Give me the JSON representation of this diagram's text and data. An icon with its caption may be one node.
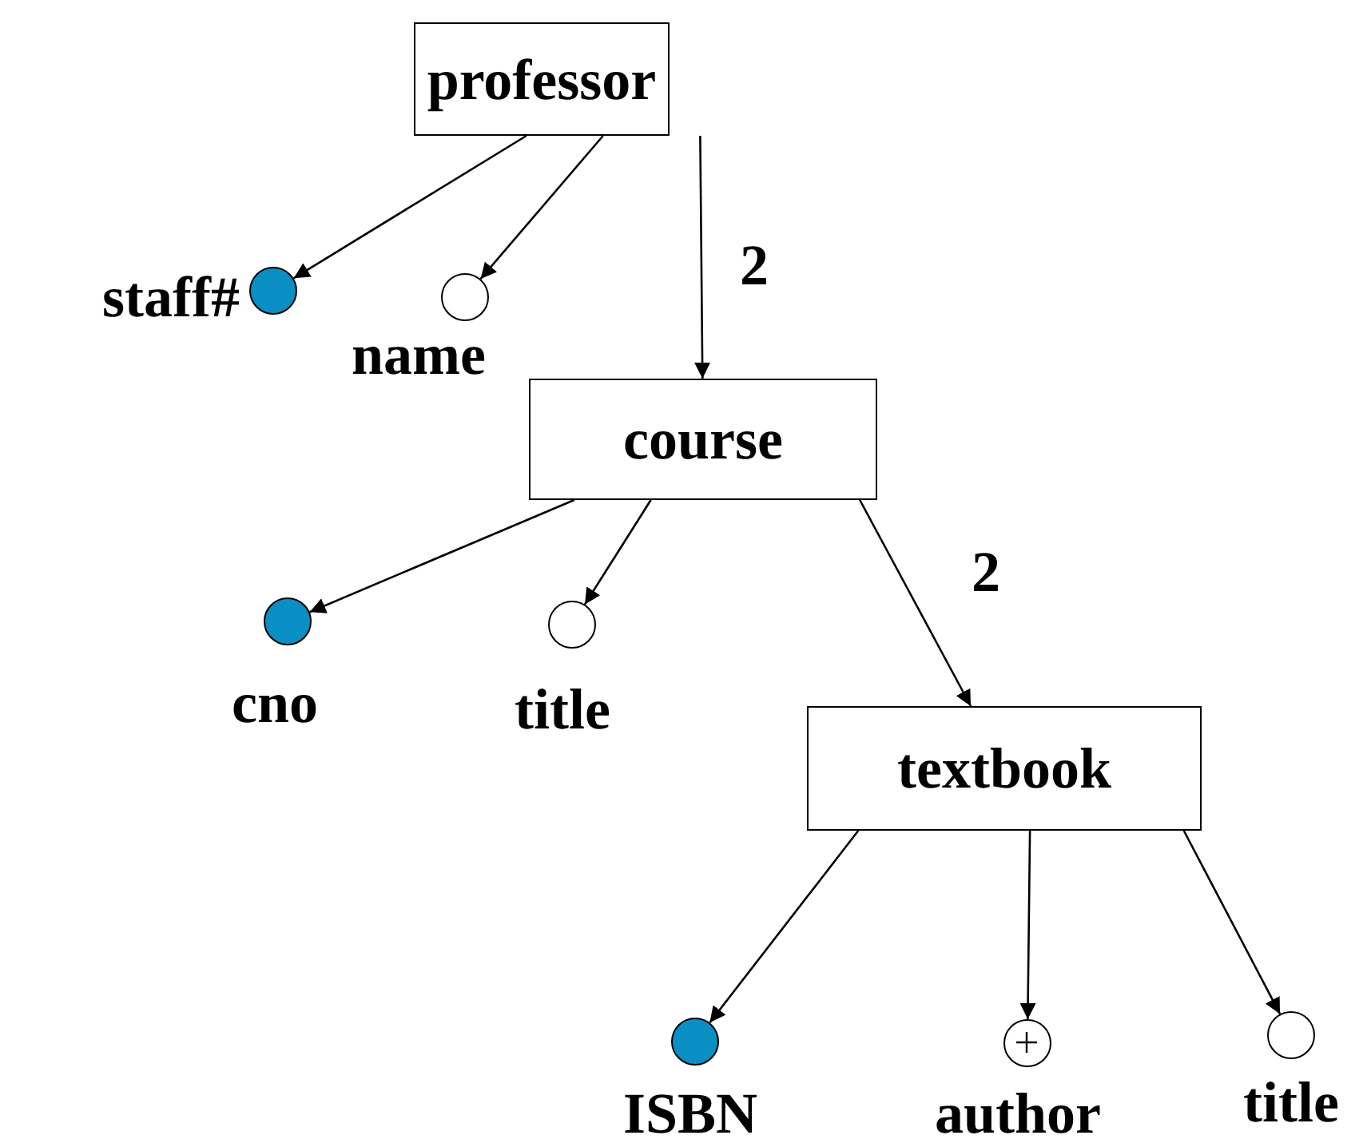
{
  "diagram": {
    "nodes": [
      {
        "text": [
          "professor"
        ]
      },
      {
        "text": [],
        "shape": "dot",
        "beside": [
          "staff#"
        ]
      },
      {
        "text": [],
        "shape": "circle",
        "beside": [
          "name"
        ]
      },
      {
        "text": [
          "course"
        ]
      },
      {
        "text": [],
        "shape": "dot",
        "beside": [
          "cno"
        ]
      },
      {
        "text": [],
        "shape": "circle",
        "beside": [
          "title"
        ]
      },
      {
        "text": [
          "textbook"
        ]
      },
      {
        "text": [],
        "shape": "dot",
        "beside": [
          "ISBN"
        ]
      },
      {
        "text": [],
        "shape": "plus-circle",
        "beside": [
          "author"
        ]
      },
      {
        "text": [],
        "shape": "circle",
        "beside": [
          "title"
        ]
      }
    ],
    "edges": [
      {
        "from": 0,
        "to": 1,
        "arrow": "to"
      },
      {
        "from": 0,
        "to": 2,
        "arrow": "to"
      },
      {
        "from": 0,
        "to": 3,
        "arrow": "to",
        "label": "2"
      },
      {
        "from": 3,
        "to": 4,
        "arrow": "to"
      },
      {
        "from": 3,
        "to": 5,
        "arrow": "to"
      },
      {
        "from": 3,
        "to": 6,
        "arrow": "to",
        "label": "2"
      },
      {
        "from": 6,
        "to": 7,
        "arrow": "to"
      },
      {
        "from": 6,
        "to": 8,
        "arrow": "to"
      },
      {
        "from": 6,
        "to": 9,
        "arrow": "to"
      }
    ]
  }
}
